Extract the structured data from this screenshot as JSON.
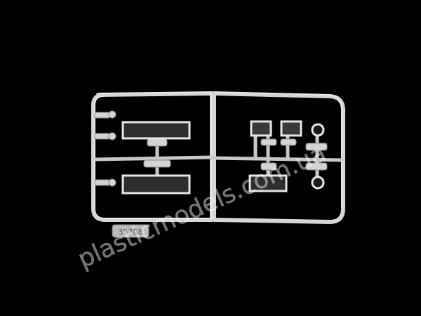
{
  "image": {
    "subject": "clear plastic model kit sprue on black background",
    "background_color": "#000000",
    "sprue_color": "#d9d9d9",
    "part_tint_color": "#3a3a3a"
  },
  "watermark": {
    "text": "plasticmodels.com.ua"
  },
  "sprue_marking": {
    "text": "35708"
  }
}
